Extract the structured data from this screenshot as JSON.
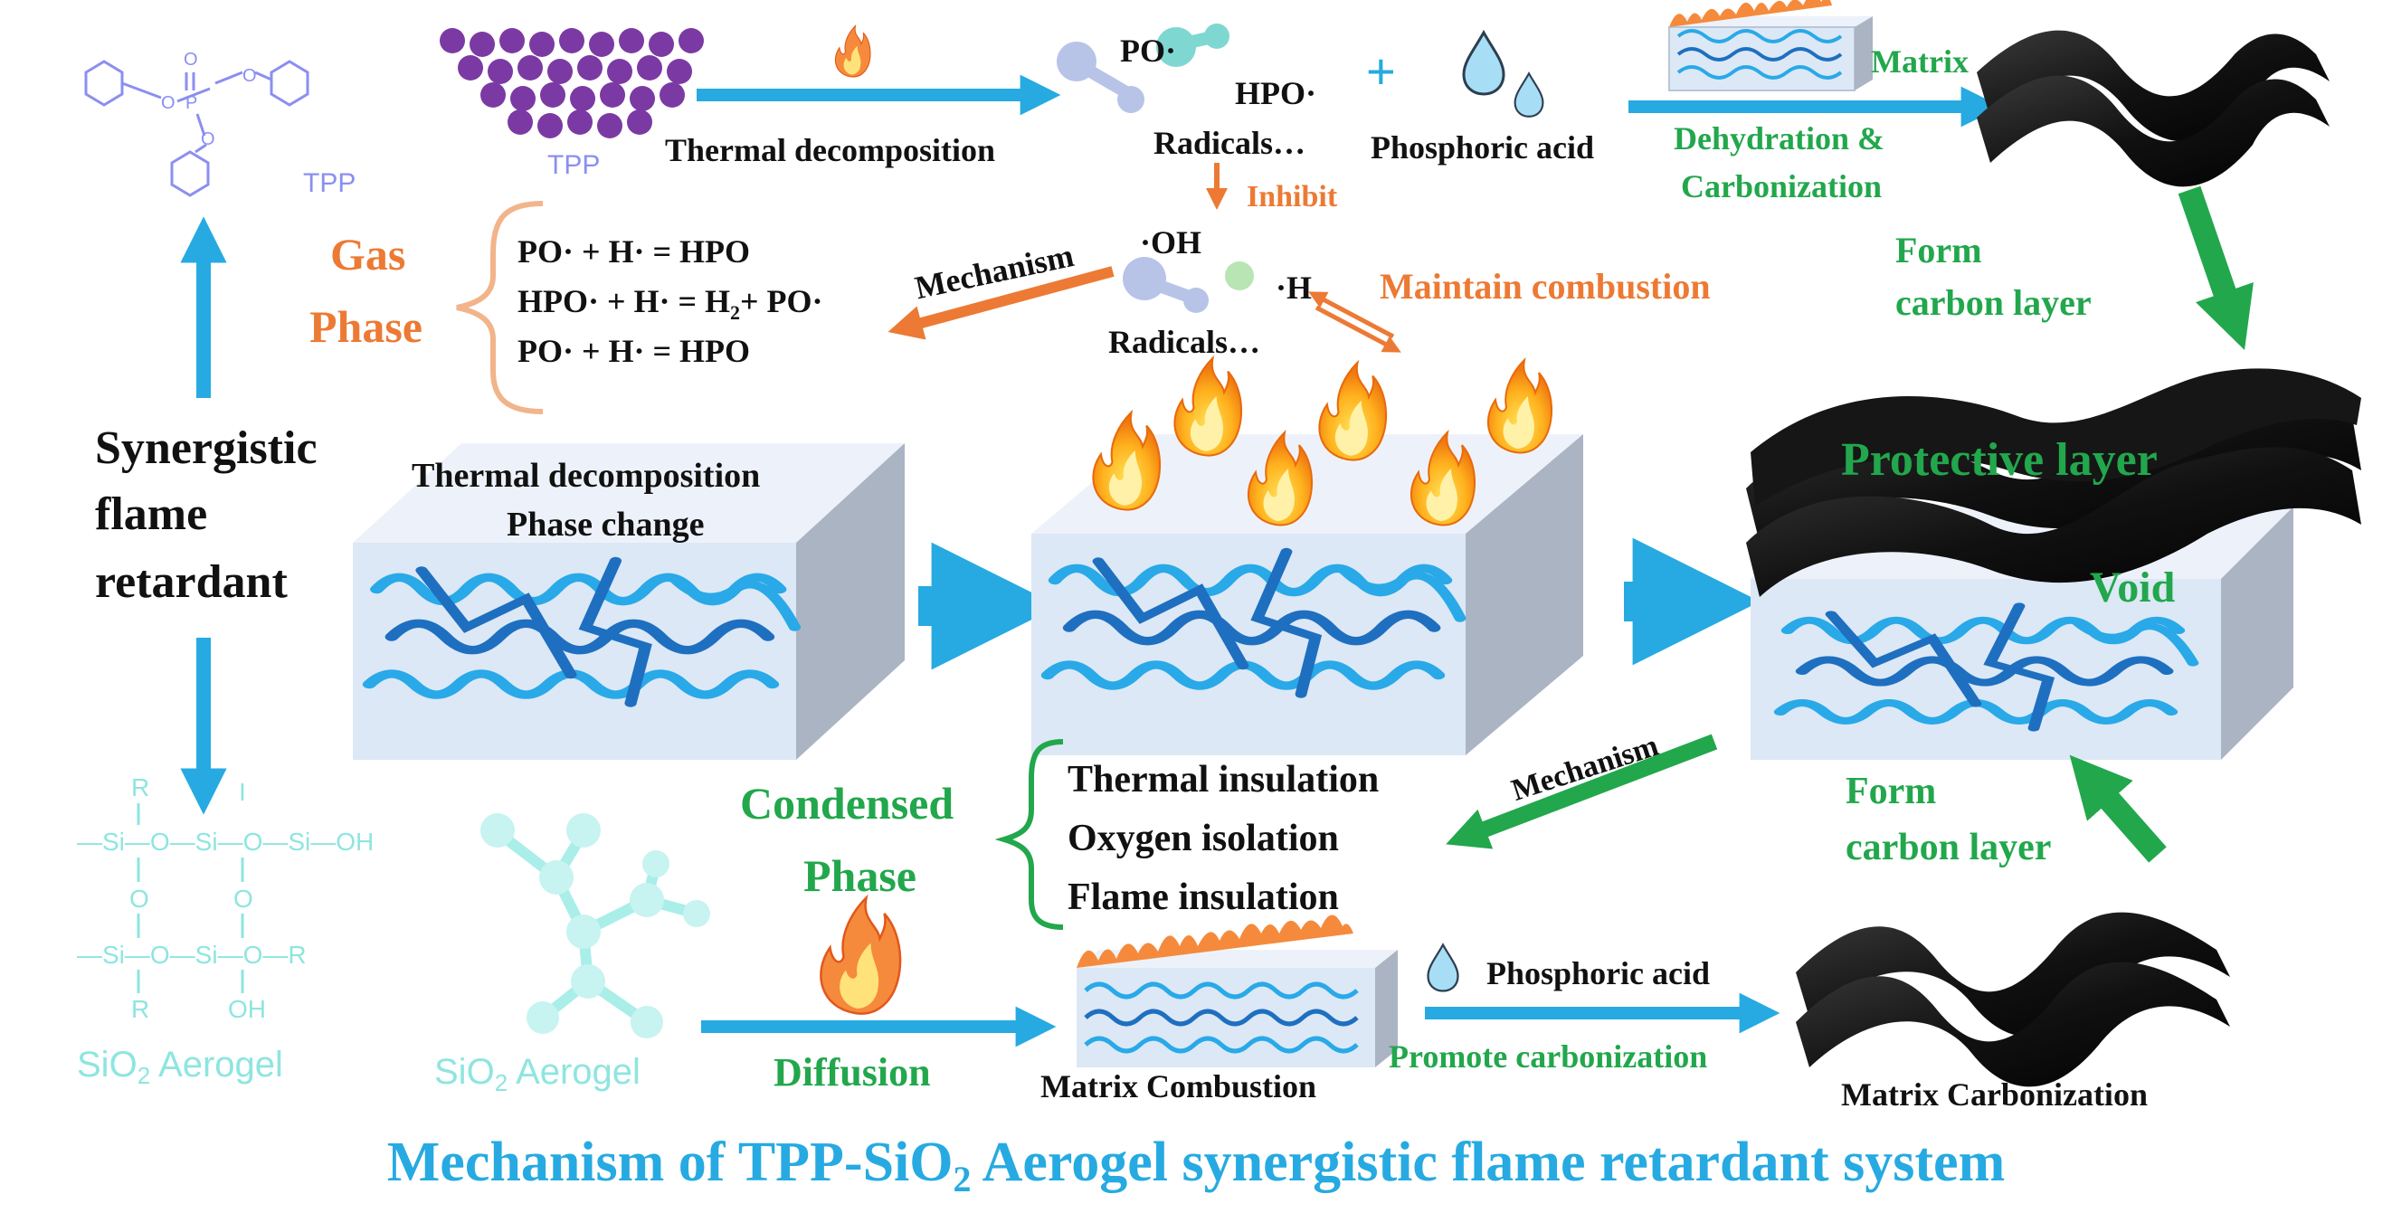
{
  "labels": {
    "tpp_structure": "TPP",
    "tpp_particles": "TPP",
    "thermal_decomposition_top": "Thermal decomposition",
    "radical_po": "PO·",
    "radical_hpo": "HPO·",
    "radicals_top": "Radicals…",
    "plus": "+",
    "phosphoric_acid_top": "Phosphoric acid",
    "matrix": "Matrix",
    "dehydration_line1": "Dehydration &",
    "dehydration_line2": "Carbonization",
    "inhibit": "Inhibit",
    "gas_phase_line1": "Gas",
    "gas_phase_line2": "Phase",
    "reaction1": "PO· + H· = HPO",
    "reaction2_a": "HPO· + H· = H",
    "reaction2_sub": "2",
    "reaction2_b": "+ PO·",
    "reaction3": "PO· + H· = HPO",
    "mechanism_top": "Mechanism",
    "radical_oh": "·OH",
    "radical_h": "·H",
    "radicals_mid": "Radicals…",
    "maintain_combustion": "Maintain combustion",
    "form_carbon_top_line1": "Form",
    "form_carbon_top_line2": "carbon layer",
    "synergistic_line1": "Synergistic",
    "synergistic_line2": "flame",
    "synergistic_line3": "retardant",
    "block_line1": "Thermal decomposition",
    "block_line2": "Phase change",
    "protective_layer": "Protective layer",
    "void": "Void",
    "mechanism_bottom": "Mechanism",
    "condensed_line1": "Condensed",
    "condensed_line2": "Phase",
    "thermal_insulation": "Thermal insulation",
    "oxygen_isolation": "Oxygen isolation",
    "flame_insulation": "Flame insulation",
    "form_carbon_bottom_line1": "Form",
    "form_carbon_bottom_line2": "carbon layer",
    "sio2_structure_a": "SiO",
    "sio2_structure_sub": "2",
    "sio2_structure_b": " Aerogel",
    "sio2_molecule_a": "SiO",
    "sio2_molecule_sub": "2",
    "sio2_molecule_b": " Aerogel",
    "diffusion": "Diffusion",
    "matrix_combustion": "Matrix Combustion",
    "phosphoric_acid_bottom": "Phosphoric acid",
    "promote_carbonization": "Promote carbonization",
    "matrix_carbonization": "Matrix Carbonization",
    "title_a": "Mechanism of TPP-SiO",
    "title_sub": "2",
    "title_b": " Aerogel synergistic flame retardant system"
  },
  "structure": {
    "tpp_p": "P",
    "tpp_o_double": "O",
    "tpp_o_left": "O",
    "tpp_o_right": "O",
    "tpp_o_bottom": "O",
    "si_row1": "—Si—O—Si—O—Si—OH",
    "si_row2": "—Si—O—Si—O—R",
    "si_r_top": "R",
    "si_r_bottom": "R",
    "si_o_left": "O",
    "si_o_mid": "O",
    "si_oh_bottom": "OH",
    "si_top_bar": "I"
  },
  "colors": {
    "arrow_blue": "#26aae1",
    "arrow_orange": "#ec7a34",
    "arrow_green": "#22a74c",
    "block_face": "#dce8f5",
    "block_side": "#aab4c3",
    "block_top": "#edf2fa",
    "carbon": "#111111",
    "tpp_particle": "#7b3aa3",
    "fiber_light": "#29a9e8",
    "fiber_dark": "#1e6fc0"
  }
}
